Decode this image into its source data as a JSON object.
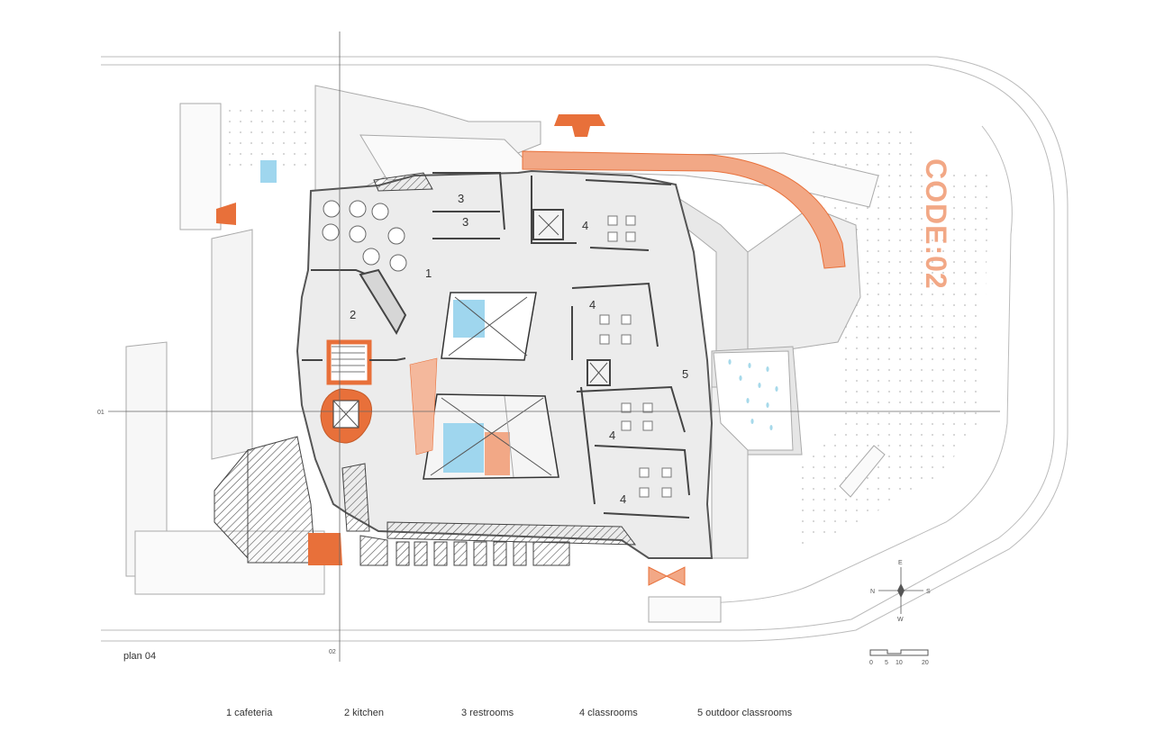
{
  "plan_title": "plan 04",
  "brand": "CODE:02",
  "axes": {
    "horizontal": "01",
    "vertical": "02"
  },
  "room_numbers": {
    "cafeteria": "1",
    "kitchen": "2",
    "restroom_a": "3",
    "restroom_b": "3",
    "classroom_a": "4",
    "classroom_b": "4",
    "classroom_c": "4",
    "classroom_d": "4",
    "outdoor": "5"
  },
  "compass": {
    "top": "E",
    "bottom": "W",
    "left": "N",
    "right": "S"
  },
  "scale": {
    "ticks": [
      "0",
      "5",
      "10",
      "20"
    ]
  },
  "legend": [
    {
      "label": "1 cafeteria"
    },
    {
      "label": "2 kitchen"
    },
    {
      "label": "3 restrooms"
    },
    {
      "label": "4 classrooms"
    },
    {
      "label": "5 outdoor classrooms"
    }
  ],
  "colors": {
    "accent": "#e8703a",
    "water": "#9fd6ee",
    "floor": "#ececec",
    "wall": "#666666"
  }
}
